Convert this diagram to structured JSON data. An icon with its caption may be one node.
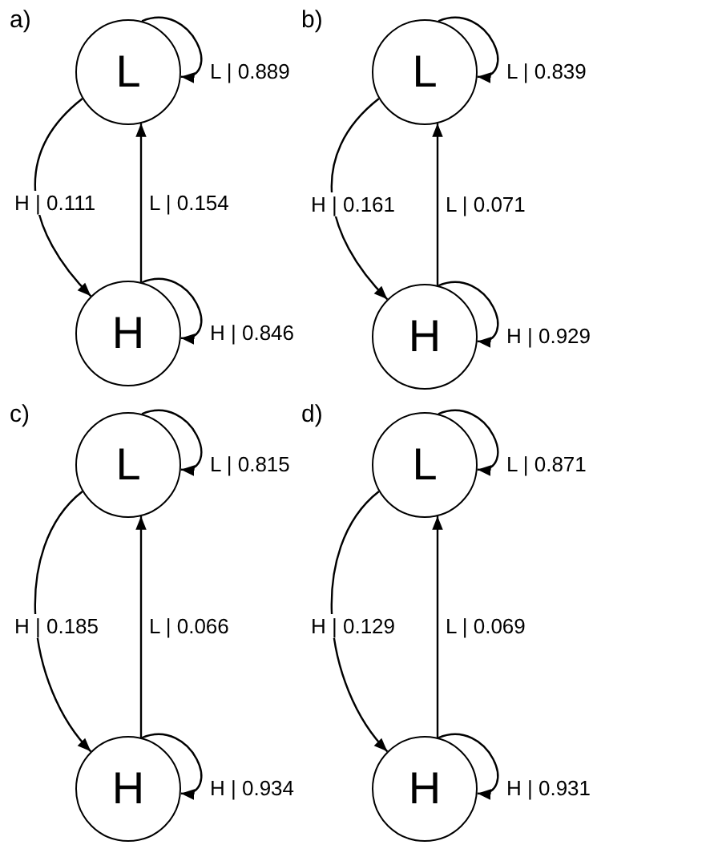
{
  "diagram": {
    "nodes": [
      {
        "text": [
          "L"
        ]
      },
      {
        "text": [
          "H"
        ]
      },
      {
        "text": [
          "L"
        ]
      },
      {
        "text": [
          "H"
        ]
      },
      {
        "text": [
          "L"
        ]
      },
      {
        "text": [
          "H"
        ]
      },
      {
        "text": [
          "L"
        ]
      },
      {
        "text": [
          "H"
        ]
      }
    ],
    "edges": [
      {
        "from": 0,
        "to": 0,
        "arrow": "to",
        "label": "L | 0.889"
      },
      {
        "from": 0,
        "to": 1,
        "arrow": "to",
        "label": "H | 0.111"
      },
      {
        "from": 1,
        "to": 0,
        "arrow": "to",
        "label": "L | 0.154"
      },
      {
        "from": 1,
        "to": 1,
        "arrow": "to",
        "label": "H | 0.846"
      },
      {
        "from": 2,
        "to": 2,
        "arrow": "to",
        "label": "L | 0.839"
      },
      {
        "from": 2,
        "to": 3,
        "arrow": "to",
        "label": "H | 0.161"
      },
      {
        "from": 3,
        "to": 2,
        "arrow": "to",
        "label": "L | 0.071"
      },
      {
        "from": 3,
        "to": 3,
        "arrow": "to",
        "label": "H | 0.929"
      },
      {
        "from": 4,
        "to": 4,
        "arrow": "to",
        "label": "L | 0.815"
      },
      {
        "from": 4,
        "to": 5,
        "arrow": "to",
        "label": "H | 0.185"
      },
      {
        "from": 5,
        "to": 4,
        "arrow": "to",
        "label": "L | 0.066"
      },
      {
        "from": 5,
        "to": 5,
        "arrow": "to",
        "label": "H | 0.934"
      },
      {
        "from": 6,
        "to": 6,
        "arrow": "to",
        "label": "L | 0.871"
      },
      {
        "from": 6,
        "to": 7,
        "arrow": "to",
        "label": "H | 0.129"
      },
      {
        "from": 7,
        "to": 6,
        "arrow": "to",
        "label": "L | 0.069"
      },
      {
        "from": 7,
        "to": 7,
        "arrow": "to",
        "label": "H | 0.931"
      }
    ],
    "labels": [
      "a)",
      "b)",
      "c)",
      "d)"
    ]
  }
}
